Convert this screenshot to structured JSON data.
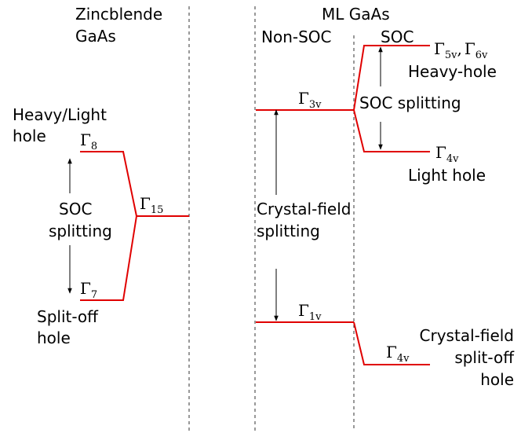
{
  "diagram": {
    "left": {
      "title_line1": "Zincblende",
      "title_line2": "GaAs",
      "heavy_light_line1": "Heavy/Light",
      "heavy_light_line2": "hole",
      "soc_line1": "SOC",
      "soc_line2": "splitting",
      "split_off_line1": "Split-off",
      "split_off_line2": "hole",
      "gamma8_sub": "8",
      "gamma7_sub": "7",
      "gamma15_sub": "15"
    },
    "right": {
      "title": "ML GaAs",
      "non_soc": "Non-SOC",
      "soc": "SOC",
      "gamma3v_sub": "3v",
      "gamma1v_sub": "1v",
      "gamma5v_sub": "5v",
      "gamma6v_sub": "6v",
      "gamma4v_top_sub": "4v",
      "gamma4v_bottom_sub": "4v",
      "heavy_hole": "Heavy-hole",
      "light_hole": "Light hole",
      "soc_splitting": "SOC splitting",
      "crystal_field_line1": "Crystal-field",
      "crystal_field_line2": "splitting",
      "cf_split_off_line1": "Crystal-field",
      "cf_split_off_line2": "split-off",
      "cf_split_off_line3": "hole"
    },
    "symbols": {
      "gamma": "Γ",
      "comma": ","
    },
    "colors": {
      "level": "#e00000",
      "text": "#000000",
      "divider": "#333333"
    }
  }
}
